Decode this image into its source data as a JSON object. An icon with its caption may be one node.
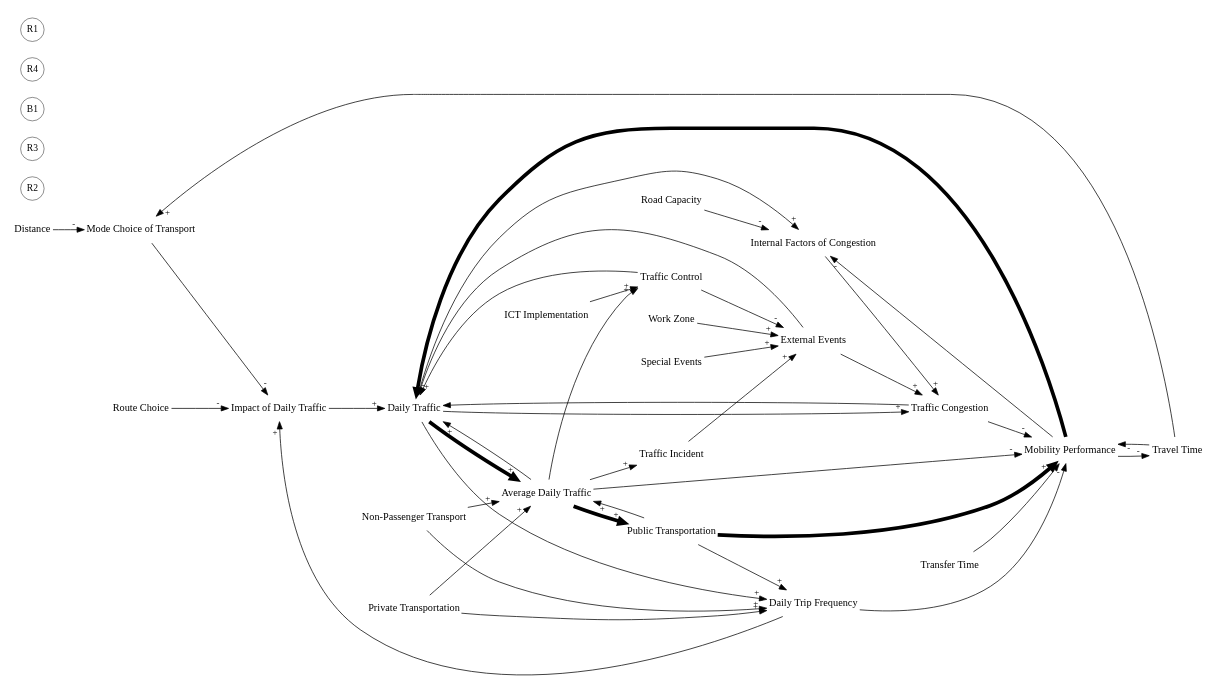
{
  "diagram": {
    "nodes": [
      {
        "text": [
          "Mode Choice of Transport"
        ]
      },
      {
        "text": [
          "Route Choice"
        ]
      },
      {
        "text": [
          "Distance"
        ]
      },
      {
        "text": [
          "Travel Time"
        ]
      },
      {
        "text": [
          "Impact of Daily Traffic"
        ]
      },
      {
        "text": [
          "Road Capacity"
        ]
      },
      {
        "text": [
          "Internal Factors of Congestion"
        ]
      },
      {
        "text": [
          "Mobility Performance"
        ]
      },
      {
        "text": [
          "Daily Trip Frequency"
        ]
      },
      {
        "text": [
          "Daily Traffic"
        ]
      },
      {
        "text": [
          "Traffic Congestion"
        ]
      },
      {
        "text": [
          "Transfer Time"
        ]
      },
      {
        "text": [
          "Public Transportation"
        ]
      },
      {
        "text": [
          "Average Daily Traffic"
        ]
      },
      {
        "text": [
          "Non-Passenger Transport"
        ]
      },
      {
        "text": [
          "External Events"
        ]
      },
      {
        "text": [
          "Traffic Incident"
        ]
      },
      {
        "text": [
          "Special Events"
        ]
      },
      {
        "text": [
          "Private Transportation"
        ]
      },
      {
        "text": [
          "Traffic Control"
        ]
      },
      {
        "text": [
          "Work Zone"
        ]
      },
      {
        "text": [
          "ICT Implementation"
        ]
      }
    ],
    "edges": [
      {
        "from": 3,
        "to": 0,
        "arrow": "to",
        "label": "+"
      },
      {
        "from": 2,
        "to": 0,
        "arrow": "to",
        "label": "-"
      },
      {
        "from": 1,
        "to": 4,
        "arrow": "to",
        "label": "-"
      },
      {
        "from": 0,
        "to": 4,
        "arrow": "to",
        "label": "-"
      },
      {
        "from": 8,
        "to": 4,
        "arrow": "to",
        "label": "+"
      },
      {
        "from": 4,
        "to": 9,
        "arrow": "to",
        "label": "+"
      },
      {
        "from": 3,
        "to": 7,
        "arrow": "to",
        "label": "-"
      },
      {
        "from": 7,
        "to": 3,
        "arrow": "to",
        "label": "-"
      },
      {
        "from": 7,
        "to": 9,
        "arrow": "to",
        "label": "-",
        "style": "thick"
      },
      {
        "from": 7,
        "to": 6,
        "arrow": "to",
        "label": "-"
      },
      {
        "from": 8,
        "to": 7,
        "arrow": "to",
        "label": "-"
      },
      {
        "from": 9,
        "to": 8,
        "arrow": "to",
        "label": "+"
      },
      {
        "from": 10,
        "to": 7,
        "arrow": "to",
        "label": "-"
      },
      {
        "from": 13,
        "to": 7,
        "arrow": "to",
        "label": "-"
      },
      {
        "from": 12,
        "to": 7,
        "arrow": "to",
        "label": "+",
        "style": "thick"
      },
      {
        "from": 11,
        "to": 7,
        "arrow": "to"
      },
      {
        "from": 12,
        "to": 8,
        "arrow": "to",
        "label": "+"
      },
      {
        "from": 18,
        "to": 8,
        "arrow": "to",
        "label": "+"
      },
      {
        "from": 14,
        "to": 8,
        "arrow": "to",
        "label": "+"
      },
      {
        "from": 13,
        "to": 12,
        "arrow": "to",
        "label": "+",
        "style": "thick"
      },
      {
        "from": 12,
        "to": 13,
        "arrow": "to",
        "label": "+"
      },
      {
        "from": 18,
        "to": 13,
        "arrow": "to",
        "label": "+"
      },
      {
        "from": 14,
        "to": 13,
        "arrow": "to",
        "label": "+"
      },
      {
        "from": 9,
        "to": 13,
        "arrow": "to",
        "label": "+",
        "style": "thick"
      },
      {
        "from": 13,
        "to": 9,
        "arrow": "to",
        "label": "+"
      },
      {
        "from": 13,
        "to": 16,
        "arrow": "to",
        "label": "+"
      },
      {
        "from": 13,
        "to": 19,
        "arrow": "to",
        "label": "+"
      },
      {
        "from": 21,
        "to": 19,
        "arrow": "to",
        "label": "+"
      },
      {
        "from": 19,
        "to": 9,
        "arrow": "to"
      },
      {
        "from": 19,
        "to": 15,
        "arrow": "to",
        "label": "-"
      },
      {
        "from": 16,
        "to": 15,
        "arrow": "to",
        "label": "+"
      },
      {
        "from": 20,
        "to": 15,
        "arrow": "to",
        "label": "+"
      },
      {
        "from": 17,
        "to": 15,
        "arrow": "to",
        "label": "+"
      },
      {
        "from": 15,
        "to": 10,
        "arrow": "to",
        "label": "+"
      },
      {
        "from": 15,
        "to": 9,
        "arrow": "to",
        "label": "+"
      },
      {
        "from": 10,
        "to": 9,
        "arrow": "to"
      },
      {
        "from": 9,
        "to": 10,
        "arrow": "to",
        "label": "+"
      },
      {
        "from": 6,
        "to": 10,
        "arrow": "to",
        "label": "+"
      },
      {
        "from": 5,
        "to": 6,
        "arrow": "to",
        "label": "-"
      },
      {
        "from": 9,
        "to": 6,
        "arrow": "to",
        "label": "+"
      }
    ],
    "labels": [
      "R2",
      "R3",
      "B1",
      "R4",
      "R1"
    ]
  }
}
